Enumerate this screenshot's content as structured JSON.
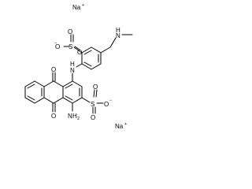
{
  "labels": {
    "na_top": "Na",
    "na_top_charge": "+",
    "na_bottom": "Na",
    "na_bottom_charge": "+",
    "o_minus_top": "O",
    "o_minus_top_charge": "−",
    "s_top": "S",
    "s_top_o1": "O",
    "s_top_o2": "O",
    "nh_right": "H",
    "n_right": "N",
    "nh_link_n": "N",
    "nh_link_h": "H",
    "o_quinone_top": "O",
    "o_quinone_bottom": "O",
    "nh2_n": "N",
    "nh2_h": "H",
    "nh2_sub": "2",
    "s_bottom": "S",
    "s_bottom_o1": "O",
    "s_bottom_o2": "O",
    "o_minus_bottom": "O",
    "o_minus_bottom_charge": "−"
  }
}
